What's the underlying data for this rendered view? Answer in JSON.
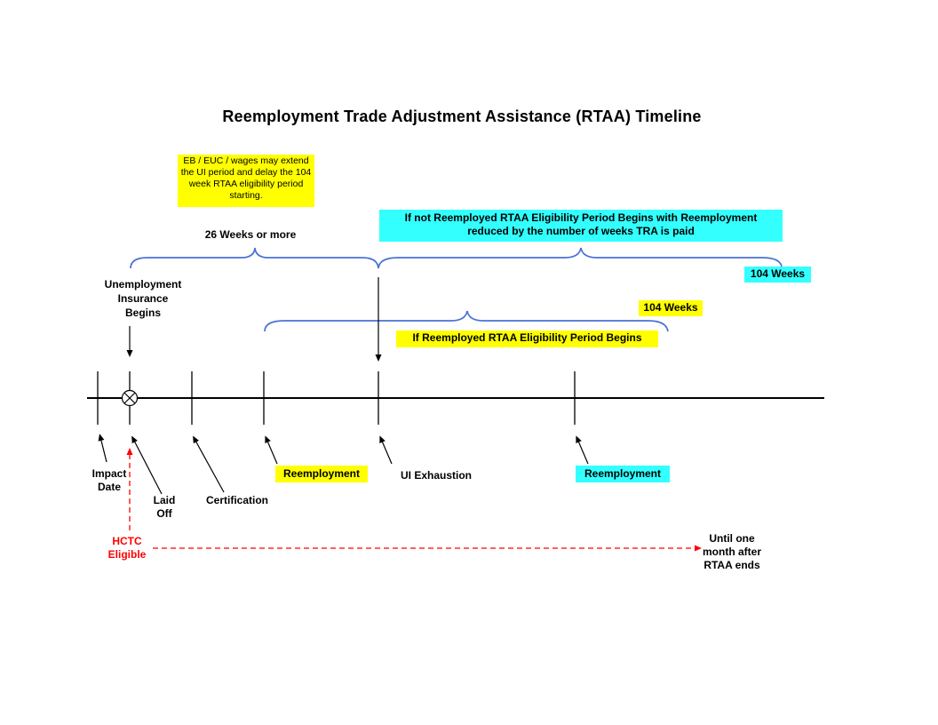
{
  "title": "Reemployment Trade Adjustment Assistance (RTAA) Timeline",
  "colors": {
    "highlight_yellow": "#ffff00",
    "highlight_cyan": "#33ffff",
    "brace_blue": "#4a72d6",
    "hctc_red": "#ff0000",
    "line_black": "#000000"
  },
  "notes": {
    "eb_euc": "EB / EUC / wages may extend the UI period and delay the 104 week RTAA eligibility period starting."
  },
  "braces": {
    "weeks_26": "26 Weeks or more",
    "not_reemployed": "If not Reemployed RTAA Eligibility Period Begins with Reemployment reduced by the number of weeks TRA is paid",
    "not_reemployed_weeks": "104 Weeks",
    "reemployed_weeks": "104 Weeks",
    "reemployed": "If Reemployed RTAA Eligibility Period Begins"
  },
  "events": {
    "ui_begins": "Unemployment Insurance Begins",
    "impact_date": "Impact Date",
    "laid_off": "Laid Off",
    "certification": "Certification",
    "reemployment_1": "Reemployment",
    "ui_exhaustion": "UI Exhaustion",
    "reemployment_2": "Reemployment"
  },
  "hctc": {
    "label": "HCTC Eligible",
    "until": "Until one month after RTAA ends"
  }
}
